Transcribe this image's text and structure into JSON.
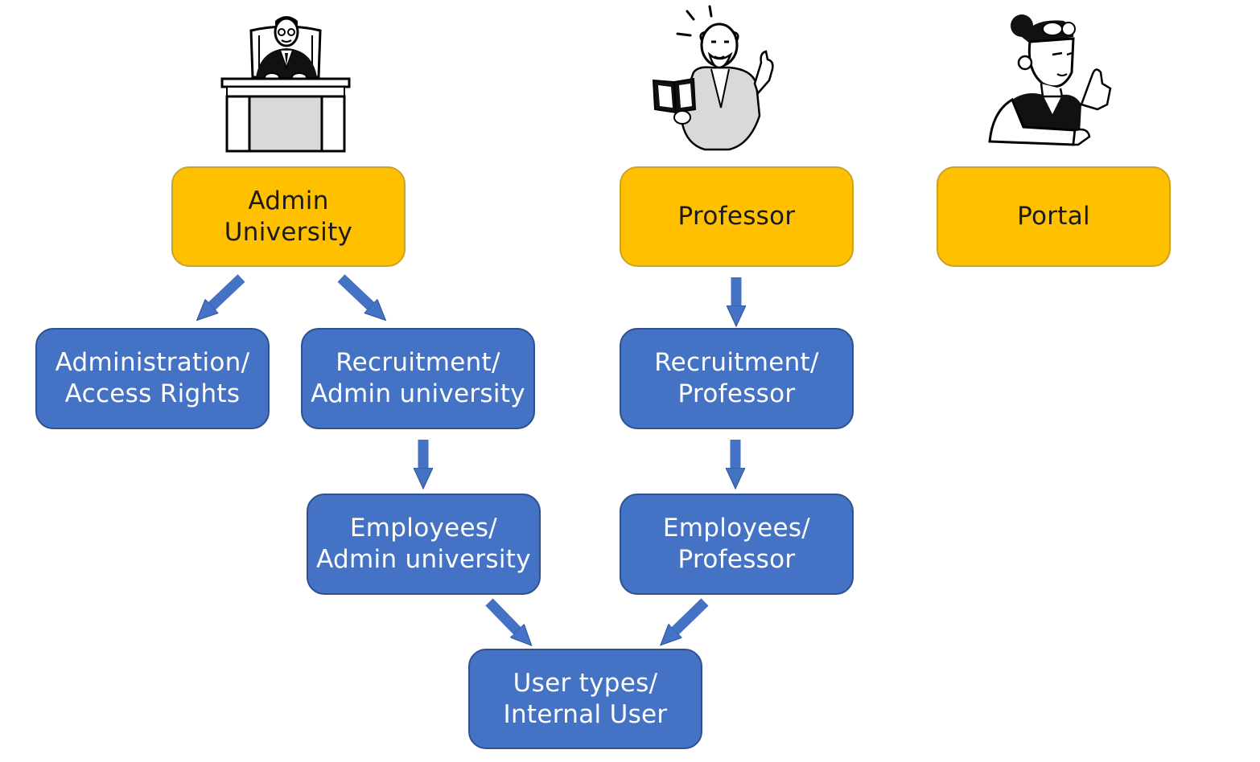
{
  "roles": {
    "admin": {
      "line1": "Admin",
      "line2": "University"
    },
    "professor": {
      "label": "Professor"
    },
    "portal": {
      "label": "Portal"
    }
  },
  "nodes": {
    "admin_access": {
      "line1": "Administration/",
      "line2": "Access Rights"
    },
    "recruit_admin": {
      "line1": "Recruitment/",
      "line2": "Admin university"
    },
    "recruit_prof": {
      "line1": "Recruitment/",
      "line2": "Professor"
    },
    "employees_admin": {
      "line1": "Employees/",
      "line2": "Admin university"
    },
    "employees_prof": {
      "line1": "Employees/",
      "line2": "Professor"
    },
    "user_types": {
      "line1": "User types/",
      "line2": "Internal User"
    }
  },
  "illustrations": {
    "admin": "executive-at-desk-icon",
    "professor": "professor-with-book-icon",
    "portal": "woman-pointing-icon"
  },
  "colors": {
    "role_fill": "#FFC000",
    "node_fill": "#4472C4",
    "arrow": "#4472C4",
    "node_text": "#FFFFFF",
    "role_text": "#1A1A1A"
  }
}
